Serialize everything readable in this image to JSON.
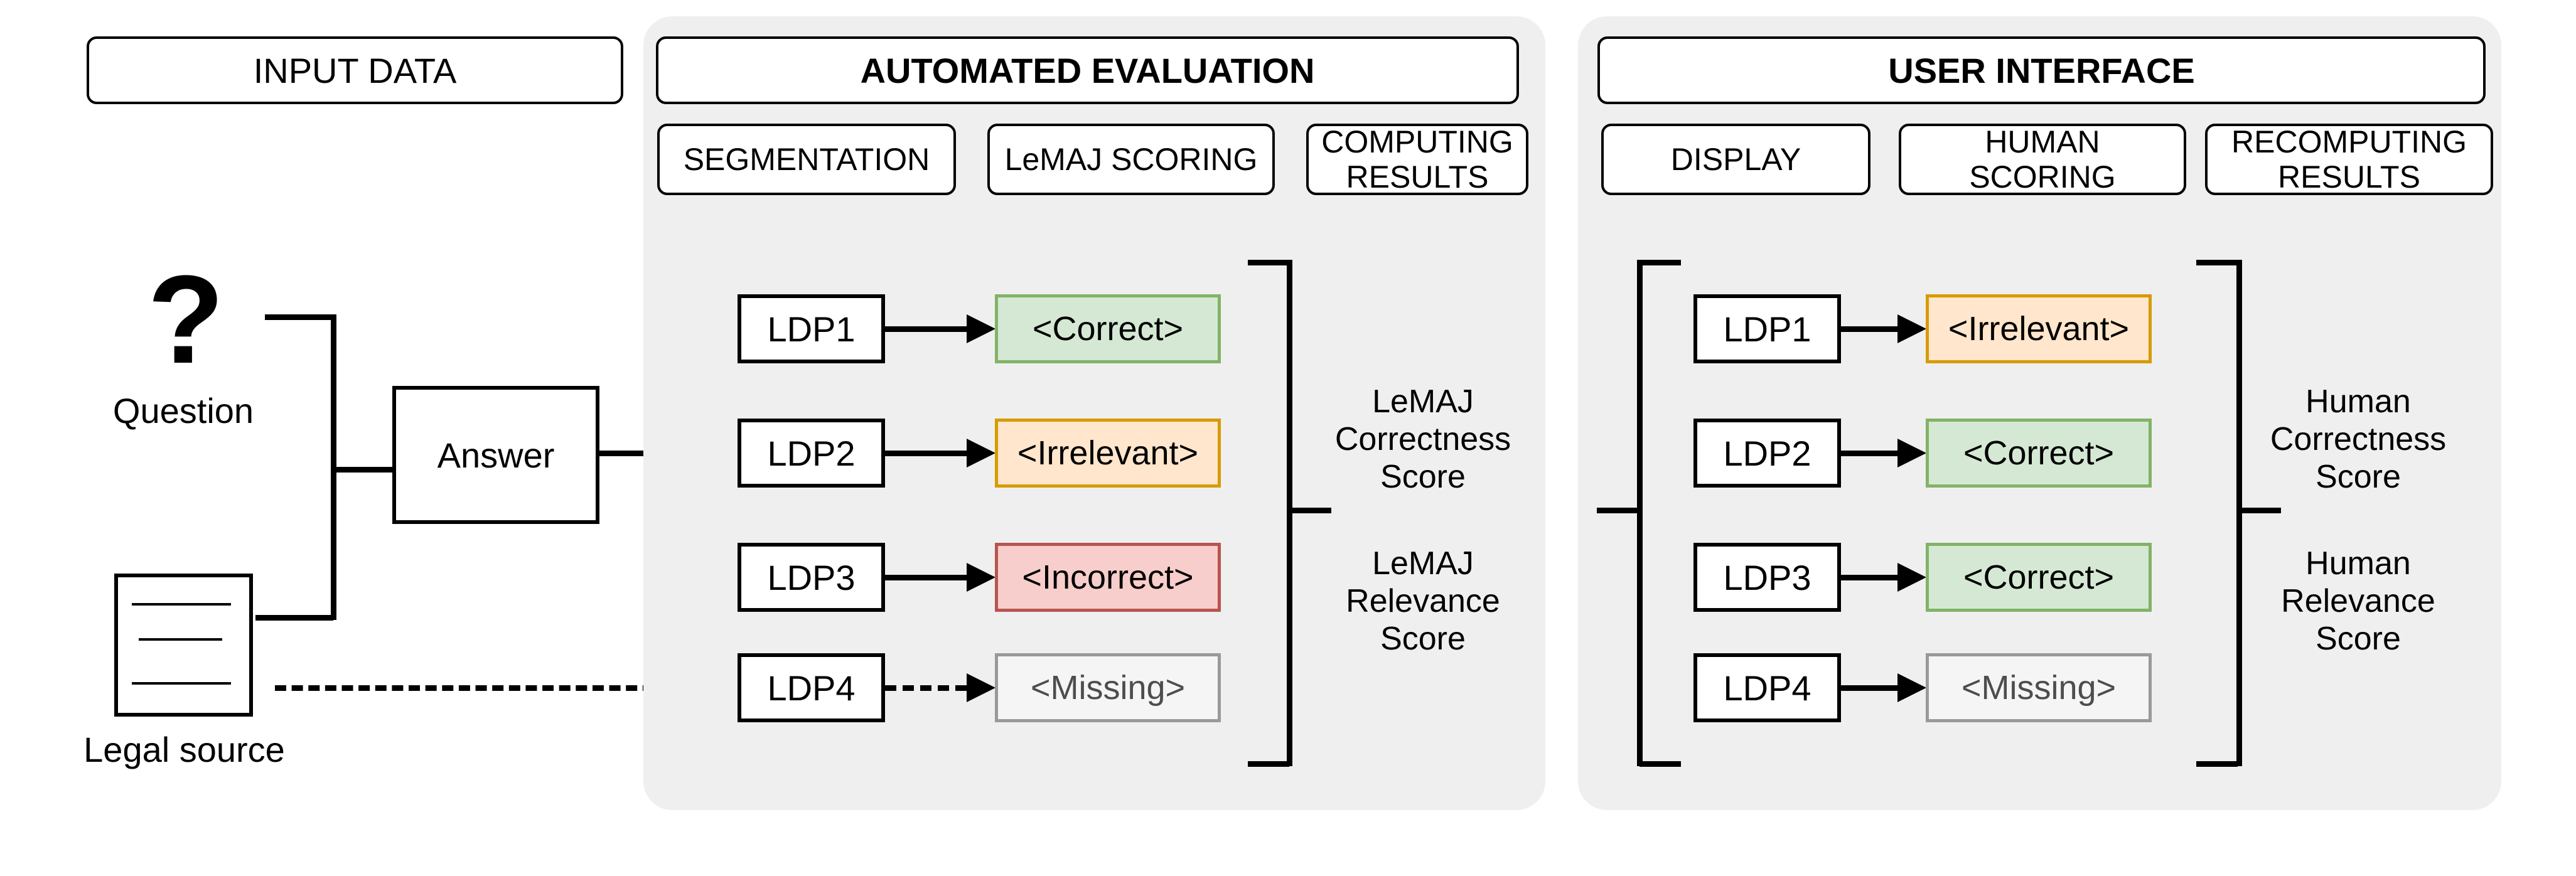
{
  "colors": {
    "panel_bg": "#efefef",
    "correct_fill": "#d5e8d4",
    "correct_border": "#82b366",
    "irrelevant_fill": "#ffe6cc",
    "irrelevant_border": "#d79b00",
    "incorrect_fill": "#f8cecc",
    "incorrect_border": "#b85450",
    "missing_fill": "#f5f5f5",
    "missing_border": "#999999"
  },
  "input_data": {
    "header": "INPUT DATA",
    "question_mark": "?",
    "question_label": "Question",
    "answer_label": "Answer",
    "legal_source_label": "Legal source"
  },
  "automated_evaluation": {
    "header": "AUTOMATED EVALUATION",
    "subheaders": [
      "SEGMENTATION",
      "LeMAJ SCORING",
      "COMPUTING RESULTS"
    ],
    "rows": [
      {
        "ldp": "LDP1",
        "tag": "<Correct>",
        "type": "correct",
        "connector": "solid"
      },
      {
        "ldp": "LDP2",
        "tag": "<Irrelevant>",
        "type": "irrelevant",
        "connector": "solid"
      },
      {
        "ldp": "LDP3",
        "tag": "<Incorrect>",
        "type": "incorrect",
        "connector": "solid"
      },
      {
        "ldp": "LDP4",
        "tag": "<Missing>",
        "type": "missing",
        "connector": "dashed"
      }
    ],
    "scores": [
      "LeMAJ Correctness Score",
      "LeMAJ Relevance Score"
    ]
  },
  "user_interface": {
    "header": "USER INTERFACE",
    "subheaders": [
      "DISPLAY",
      "HUMAN SCORING",
      "RECOMPUTING RESULTS"
    ],
    "rows": [
      {
        "ldp": "LDP1",
        "tag": "<Irrelevant>",
        "type": "irrelevant",
        "connector": "solid"
      },
      {
        "ldp": "LDP2",
        "tag": "<Correct>",
        "type": "correct",
        "connector": "solid"
      },
      {
        "ldp": "LDP3",
        "tag": "<Correct>",
        "type": "correct",
        "connector": "solid"
      },
      {
        "ldp": "LDP4",
        "tag": "<Missing>",
        "type": "missing",
        "connector": "solid"
      }
    ],
    "scores": [
      "Human Correctness Score",
      "Human Relevance Score"
    ]
  }
}
